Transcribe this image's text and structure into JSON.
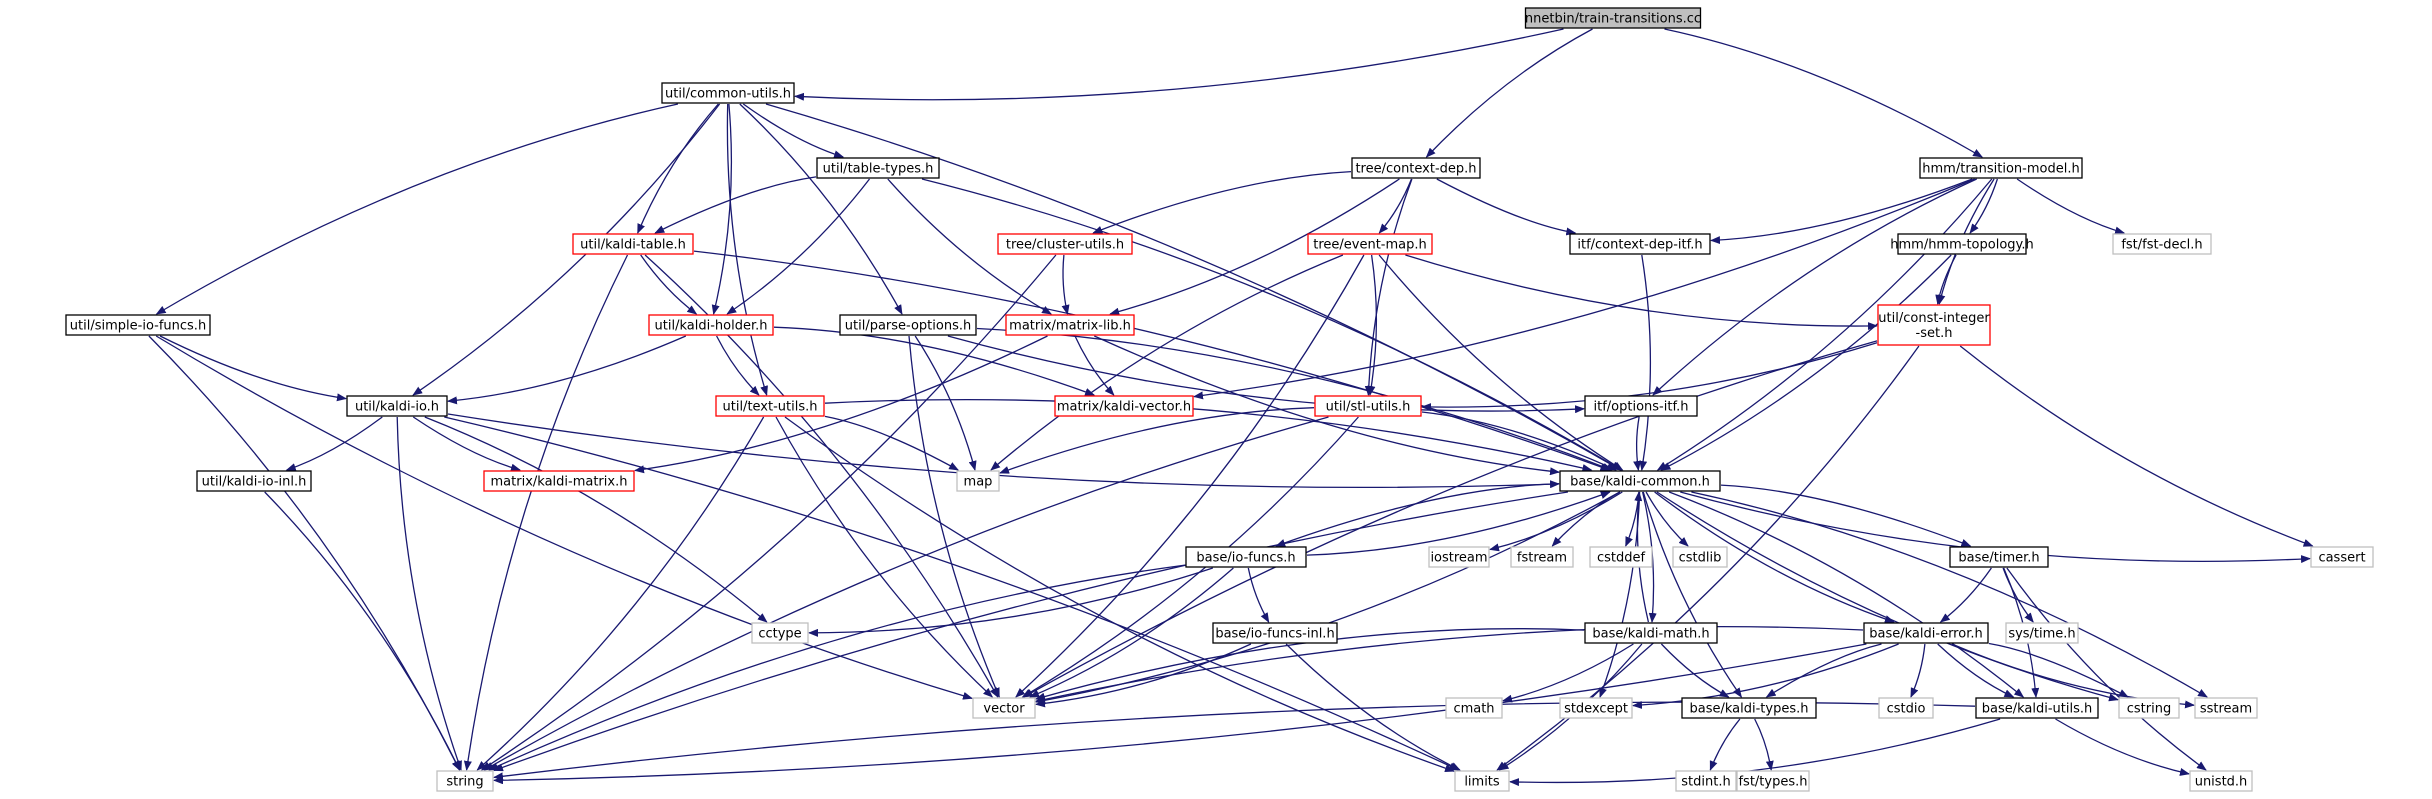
{
  "colors": {
    "edge": "#191970",
    "root_fill": "#bfbfbf",
    "internal_border": "#000000",
    "truncated_border": "#ff0000",
    "external_border": "#bfbfbf",
    "background": "#ffffff"
  },
  "nodes": [
    {
      "id": "n0",
      "label": "nnetbin/train-transitions.cc",
      "kind": "root"
    },
    {
      "id": "n1",
      "label": "util/common-utils.h",
      "kind": "internal"
    },
    {
      "id": "n2",
      "label": "tree/context-dep.h",
      "kind": "internal"
    },
    {
      "id": "n3",
      "label": "hmm/transition-model.h",
      "kind": "internal"
    },
    {
      "id": "n4",
      "label": "util/table-types.h",
      "kind": "internal"
    },
    {
      "id": "n5",
      "label": "util/kaldi-table.h",
      "kind": "truncated"
    },
    {
      "id": "n6",
      "label": "tree/cluster-utils.h",
      "kind": "truncated"
    },
    {
      "id": "n7",
      "label": "tree/event-map.h",
      "kind": "truncated"
    },
    {
      "id": "n8",
      "label": "itf/context-dep-itf.h",
      "kind": "internal"
    },
    {
      "id": "n9",
      "label": "hmm/hmm-topology.h",
      "kind": "internal"
    },
    {
      "id": "n10",
      "label": "fst/fst-decl.h",
      "kind": "external"
    },
    {
      "id": "n11",
      "label": "util/simple-io-funcs.h",
      "kind": "internal"
    },
    {
      "id": "n12",
      "label": "util/kaldi-holder.h",
      "kind": "truncated"
    },
    {
      "id": "n13",
      "label": "util/parse-options.h",
      "kind": "internal"
    },
    {
      "id": "n14",
      "label": "matrix/matrix-lib.h",
      "kind": "truncated"
    },
    {
      "id": "n15",
      "label": "util/const-integer\n-set.h",
      "kind": "truncated"
    },
    {
      "id": "n16",
      "label": "util/kaldi-io.h",
      "kind": "internal"
    },
    {
      "id": "n17",
      "label": "util/text-utils.h",
      "kind": "truncated"
    },
    {
      "id": "n18",
      "label": "matrix/kaldi-vector.h",
      "kind": "truncated"
    },
    {
      "id": "n19",
      "label": "util/stl-utils.h",
      "kind": "truncated"
    },
    {
      "id": "n20",
      "label": "itf/options-itf.h",
      "kind": "internal"
    },
    {
      "id": "n21",
      "label": "util/kaldi-io-inl.h",
      "kind": "internal"
    },
    {
      "id": "n22",
      "label": "matrix/kaldi-matrix.h",
      "kind": "truncated"
    },
    {
      "id": "n23",
      "label": "map",
      "kind": "external"
    },
    {
      "id": "n24",
      "label": "base/kaldi-common.h",
      "kind": "internal"
    },
    {
      "id": "n25",
      "label": "base/io-funcs.h",
      "kind": "internal"
    },
    {
      "id": "n26",
      "label": "iostream",
      "kind": "external"
    },
    {
      "id": "n27",
      "label": "fstream",
      "kind": "external"
    },
    {
      "id": "n28",
      "label": "cstddef",
      "kind": "external"
    },
    {
      "id": "n29",
      "label": "cstdlib",
      "kind": "external"
    },
    {
      "id": "n30",
      "label": "base/timer.h",
      "kind": "internal"
    },
    {
      "id": "n31",
      "label": "cassert",
      "kind": "external"
    },
    {
      "id": "n32",
      "label": "cctype",
      "kind": "external"
    },
    {
      "id": "n33",
      "label": "base/io-funcs-inl.h",
      "kind": "internal"
    },
    {
      "id": "n34",
      "label": "base/kaldi-math.h",
      "kind": "internal"
    },
    {
      "id": "n35",
      "label": "base/kaldi-error.h",
      "kind": "internal"
    },
    {
      "id": "n36",
      "label": "sys/time.h",
      "kind": "external"
    },
    {
      "id": "n37",
      "label": "vector",
      "kind": "external"
    },
    {
      "id": "n38",
      "label": "cmath",
      "kind": "external"
    },
    {
      "id": "n39",
      "label": "stdexcept",
      "kind": "external"
    },
    {
      "id": "n40",
      "label": "base/kaldi-types.h",
      "kind": "internal"
    },
    {
      "id": "n41",
      "label": "cstdio",
      "kind": "external"
    },
    {
      "id": "n42",
      "label": "base/kaldi-utils.h",
      "kind": "internal"
    },
    {
      "id": "n43",
      "label": "cstring",
      "kind": "external"
    },
    {
      "id": "n44",
      "label": "sstream",
      "kind": "external"
    },
    {
      "id": "n45",
      "label": "string",
      "kind": "external"
    },
    {
      "id": "n46",
      "label": "limits",
      "kind": "external"
    },
    {
      "id": "n47",
      "label": "stdint.h",
      "kind": "external"
    },
    {
      "id": "n48",
      "label": "fst/types.h",
      "kind": "external"
    },
    {
      "id": "n49",
      "label": "unistd.h",
      "kind": "external"
    }
  ],
  "edges": [
    [
      "n0",
      "n1"
    ],
    [
      "n0",
      "n2"
    ],
    [
      "n0",
      "n3"
    ],
    [
      "n1",
      "n11"
    ],
    [
      "n1",
      "n16"
    ],
    [
      "n1",
      "n5"
    ],
    [
      "n1",
      "n12"
    ],
    [
      "n1",
      "n4"
    ],
    [
      "n1",
      "n13"
    ],
    [
      "n1",
      "n17"
    ],
    [
      "n1",
      "n24"
    ],
    [
      "n4",
      "n5"
    ],
    [
      "n4",
      "n12"
    ],
    [
      "n4",
      "n14"
    ],
    [
      "n4",
      "n24"
    ],
    [
      "n5",
      "n45"
    ],
    [
      "n5",
      "n37"
    ],
    [
      "n5",
      "n12"
    ],
    [
      "n5",
      "n24"
    ],
    [
      "n2",
      "n6"
    ],
    [
      "n2",
      "n7"
    ],
    [
      "n2",
      "n8"
    ],
    [
      "n2",
      "n14"
    ],
    [
      "n2",
      "n19"
    ],
    [
      "n3",
      "n9"
    ],
    [
      "n3",
      "n15"
    ],
    [
      "n3",
      "n8"
    ],
    [
      "n3",
      "n10"
    ],
    [
      "n3",
      "n18"
    ],
    [
      "n3",
      "n20"
    ],
    [
      "n3",
      "n24"
    ],
    [
      "n6",
      "n14"
    ],
    [
      "n6",
      "n45"
    ],
    [
      "n7",
      "n15"
    ],
    [
      "n7",
      "n19"
    ],
    [
      "n7",
      "n23"
    ],
    [
      "n7",
      "n37"
    ],
    [
      "n7",
      "n24"
    ],
    [
      "n8",
      "n24"
    ],
    [
      "n9",
      "n15"
    ],
    [
      "n9",
      "n24"
    ],
    [
      "n11",
      "n16"
    ],
    [
      "n11",
      "n45"
    ],
    [
      "n11",
      "n37"
    ],
    [
      "n12",
      "n16"
    ],
    [
      "n12",
      "n17"
    ],
    [
      "n12",
      "n18"
    ],
    [
      "n13",
      "n20"
    ],
    [
      "n13",
      "n23"
    ],
    [
      "n13",
      "n37"
    ],
    [
      "n13",
      "n24"
    ],
    [
      "n14",
      "n18"
    ],
    [
      "n14",
      "n22"
    ],
    [
      "n14",
      "n24"
    ],
    [
      "n15",
      "n19"
    ],
    [
      "n15",
      "n31"
    ],
    [
      "n15",
      "n46"
    ],
    [
      "n15",
      "n37"
    ],
    [
      "n16",
      "n21"
    ],
    [
      "n16",
      "n22"
    ],
    [
      "n16",
      "n32"
    ],
    [
      "n16",
      "n45"
    ],
    [
      "n16",
      "n46"
    ],
    [
      "n16",
      "n24"
    ],
    [
      "n17",
      "n23"
    ],
    [
      "n17",
      "n37"
    ],
    [
      "n17",
      "n45"
    ],
    [
      "n17",
      "n46"
    ],
    [
      "n17",
      "n24"
    ],
    [
      "n19",
      "n23"
    ],
    [
      "n19",
      "n37"
    ],
    [
      "n19",
      "n45"
    ],
    [
      "n19",
      "n24"
    ],
    [
      "n20",
      "n24"
    ],
    [
      "n21",
      "n45"
    ],
    [
      "n24",
      "n25"
    ],
    [
      "n24",
      "n26"
    ],
    [
      "n24",
      "n27"
    ],
    [
      "n24",
      "n28"
    ],
    [
      "n24",
      "n29"
    ],
    [
      "n24",
      "n30"
    ],
    [
      "n24",
      "n31"
    ],
    [
      "n24",
      "n34"
    ],
    [
      "n24",
      "n35"
    ],
    [
      "n24",
      "n37"
    ],
    [
      "n24",
      "n45"
    ],
    [
      "n24",
      "n39"
    ],
    [
      "n24",
      "n40"
    ],
    [
      "n24",
      "n42"
    ],
    [
      "n24",
      "n43"
    ],
    [
      "n24",
      "n44"
    ],
    [
      "n25",
      "n24"
    ],
    [
      "n25",
      "n32"
    ],
    [
      "n25",
      "n33"
    ],
    [
      "n25",
      "n37"
    ],
    [
      "n25",
      "n45"
    ],
    [
      "n33",
      "n37"
    ],
    [
      "n33",
      "n46"
    ],
    [
      "n30",
      "n35"
    ],
    [
      "n30",
      "n36"
    ],
    [
      "n30",
      "n42"
    ],
    [
      "n30",
      "n49"
    ],
    [
      "n34",
      "n24"
    ],
    [
      "n34",
      "n37"
    ],
    [
      "n34",
      "n38"
    ],
    [
      "n34",
      "n40"
    ],
    [
      "n34",
      "n46"
    ],
    [
      "n35",
      "n37"
    ],
    [
      "n35",
      "n39"
    ],
    [
      "n35",
      "n40"
    ],
    [
      "n35",
      "n41"
    ],
    [
      "n35",
      "n42"
    ],
    [
      "n35",
      "n43"
    ],
    [
      "n35",
      "n44"
    ],
    [
      "n35",
      "n45"
    ],
    [
      "n40",
      "n47"
    ],
    [
      "n40",
      "n48"
    ],
    [
      "n42",
      "n45"
    ],
    [
      "n42",
      "n46"
    ],
    [
      "n42",
      "n49"
    ]
  ]
}
